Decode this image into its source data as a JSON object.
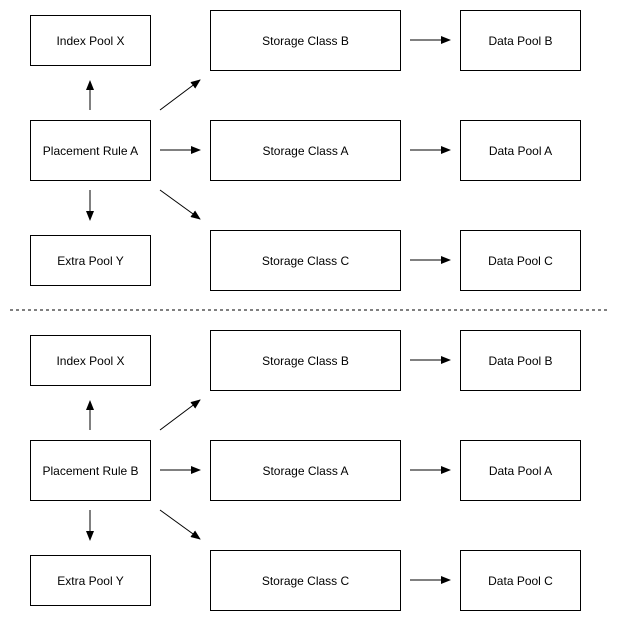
{
  "colors": {
    "stroke": "#000000",
    "background": "#ffffff"
  },
  "diagrams": [
    {
      "index_pool": "Index Pool X",
      "placement_rule": "Placement Rule A",
      "extra_pool": "Extra Pool Y",
      "storage_class_b": "Storage Class B",
      "storage_class_a": "Storage Class A",
      "storage_class_c": "Storage Class C",
      "data_pool_b": "Data Pool B",
      "data_pool_a": "Data Pool A",
      "data_pool_c": "Data Pool C"
    },
    {
      "index_pool": "Index Pool X",
      "placement_rule": "Placement Rule B",
      "extra_pool": "Extra Pool Y",
      "storage_class_b": "Storage Class B",
      "storage_class_a": "Storage Class A",
      "storage_class_c": "Storage Class C",
      "data_pool_b": "Data Pool B",
      "data_pool_a": "Data Pool A",
      "data_pool_c": "Data Pool C"
    }
  ]
}
